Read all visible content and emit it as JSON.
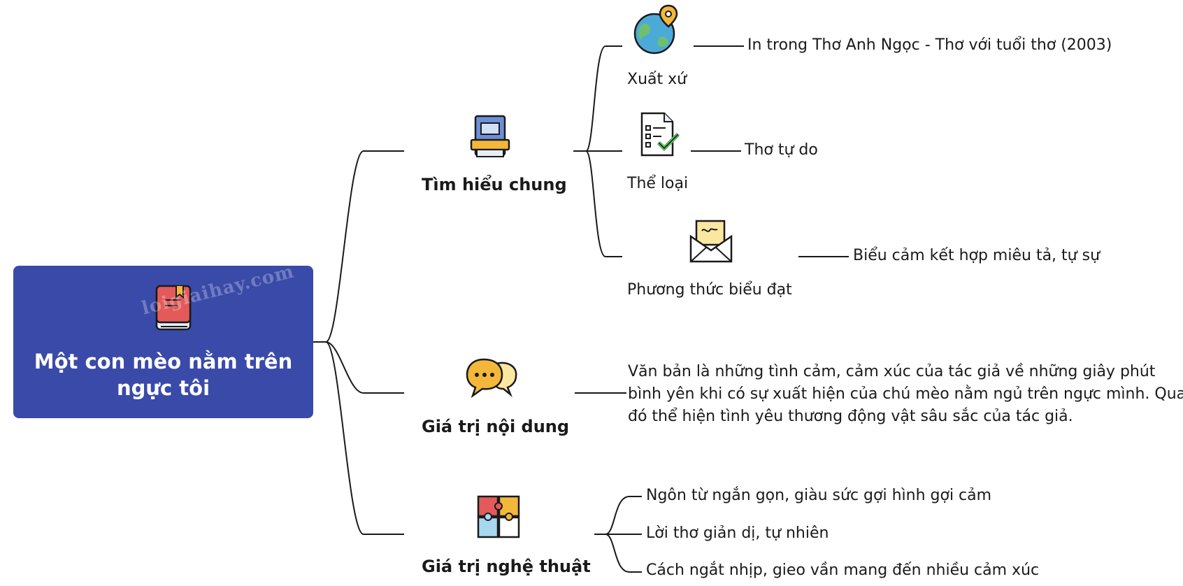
{
  "root": {
    "title_line1": "Một con mèo nằm trên",
    "title_line2": "ngực tôi",
    "watermark": "loigiaihay.com"
  },
  "branches": {
    "tim_hieu_chung": {
      "label": "Tìm hiểu chung",
      "xuat_xu": {
        "label": "Xuất xứ",
        "value": "In trong Thơ Anh Ngọc - Thơ với tuổi thơ (2003)"
      },
      "the_loai": {
        "label": "Thể loại",
        "value": "Thơ tự do"
      },
      "phuong_thuc": {
        "label": "Phương thức biểu đạt",
        "value": "Biểu cảm kết hợp miêu tả, tự sự"
      }
    },
    "gia_tri_noi_dung": {
      "label": "Giá trị nội dung",
      "line1": "Văn bản là những tình cảm, cảm xúc của tác giả về những giây phút",
      "line2": "bình yên khi có sự xuất hiện của chú mèo nằm ngủ trên ngực mình. Qua",
      "line3": "đó thể hiện tình yêu thương động vật sâu sắc của tác giả."
    },
    "gia_tri_nghe_thuat": {
      "label": "Giá trị nghệ thuật",
      "items": [
        "Ngôn từ ngắn gọn, giàu sức gợi hình gợi cảm",
        "Lời thơ giản dị, tự nhiên",
        "Cách ngắt nhịp, gieo vần mang đến nhiều cảm xúc"
      ]
    }
  },
  "colors": {
    "root_bg": "#3a4aa8",
    "line": "#1a1a1a"
  }
}
